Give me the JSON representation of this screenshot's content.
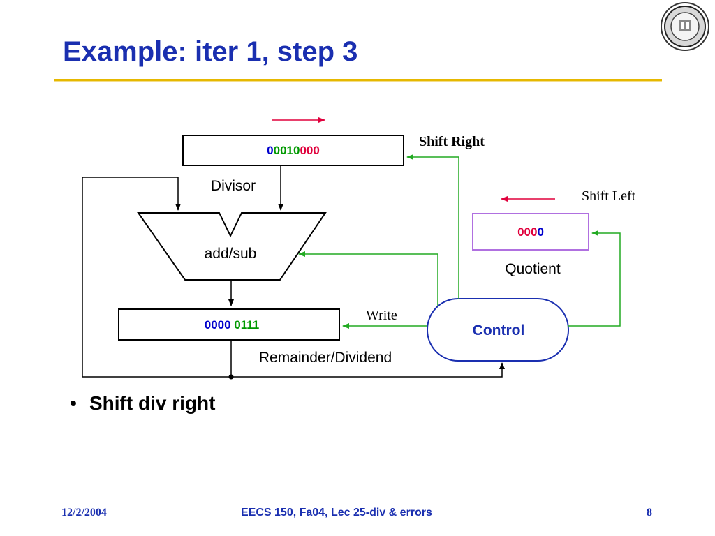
{
  "title": "Example: iter 1, step 3",
  "divisor": {
    "value_parts": [
      {
        "text": "0",
        "color": "#0000cc"
      },
      {
        "text": "0010",
        "color": "#009900"
      },
      {
        "text": "000",
        "color": "#e0003c"
      }
    ],
    "label": "Divisor",
    "shift_label": "Shift Right"
  },
  "alu": {
    "label": "add/sub"
  },
  "remainder": {
    "value_parts": [
      {
        "text": "0000 ",
        "color": "#0000cc"
      },
      {
        "text": "0111",
        "color": "#009900"
      }
    ],
    "label": "Remainder/Dividend",
    "write_label": "Write"
  },
  "quotient": {
    "value_parts": [
      {
        "text": "000",
        "color": "#e0003c"
      },
      {
        "text": "0",
        "color": "#0000cc"
      }
    ],
    "label": "Quotient",
    "shift_label": "Shift Left"
  },
  "control": {
    "label": "Control"
  },
  "bullets": [
    "Shift div right"
  ],
  "footer": {
    "date": "12/2/2004",
    "course": "EECS 150, Fa04, Lec 25-div & errors",
    "page": "8"
  },
  "colors": {
    "title": "#1a2fb0",
    "rule": "#e6b800",
    "arrow_green": "#22aa22",
    "arrow_red": "#e0003c",
    "quotient_border": "#b070e0",
    "control_border": "#1a2fb0"
  }
}
